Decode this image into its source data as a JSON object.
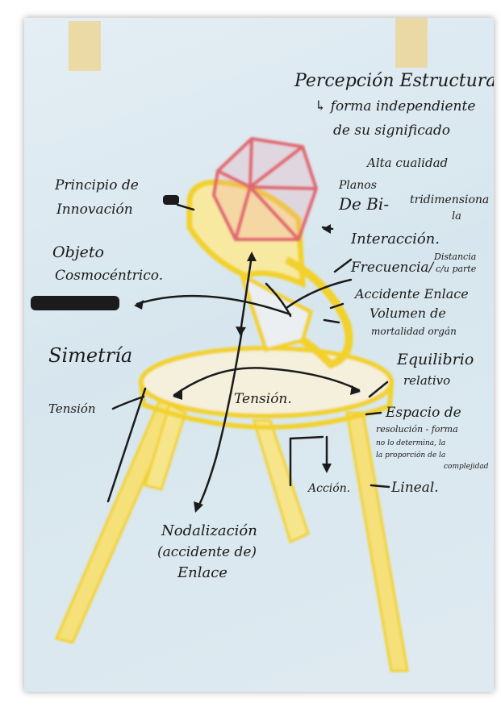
{
  "labels": {
    "percepcion_estructural": "Percepción Estructural",
    "forma_independiente": "↳ forma independiente",
    "de_su_significado": "de su significado",
    "alta_cualidad": "Alta cualidad",
    "planos": "Planos",
    "de_bi": "De Bi-",
    "tridimensional": "tridimensiona",
    "la": "la",
    "interaccion": "Interacción.",
    "frecuencia_distancia": "Frecuencia/",
    "distancia": "Distancia",
    "cada_parte": "c/u parte",
    "accidente_enlace": "Accidente Enlace",
    "volumen_de": "Volumen de",
    "mortalidad": "mortalidad orgán",
    "equilibrio": "Equilibrio",
    "relativo": "relativo",
    "espacio_de": "Espacio de",
    "resolucion": "resolución - forma",
    "no_se_determina": "no lo determina, la",
    "la_proporcion": "la proporción de la",
    "complejidad": "complejidad",
    "lineal": "Lineal.",
    "accion": "Acción.",
    "principio_de": "Principio de",
    "innovacion": "Innovación",
    "objeto": "Objeto",
    "cosmocentrico": "Cosmocéntrico.",
    "simetria": "Simetría",
    "tension_left": "Tensión",
    "tension_center": "Tensión.",
    "nodalizacion": "Nodalización",
    "accidente_de": "(accidente de)",
    "enlace": "Enlace"
  },
  "colors": {
    "yellow": "#f2d12a",
    "red": "#e0666e",
    "ink": "#1b1b1b"
  }
}
